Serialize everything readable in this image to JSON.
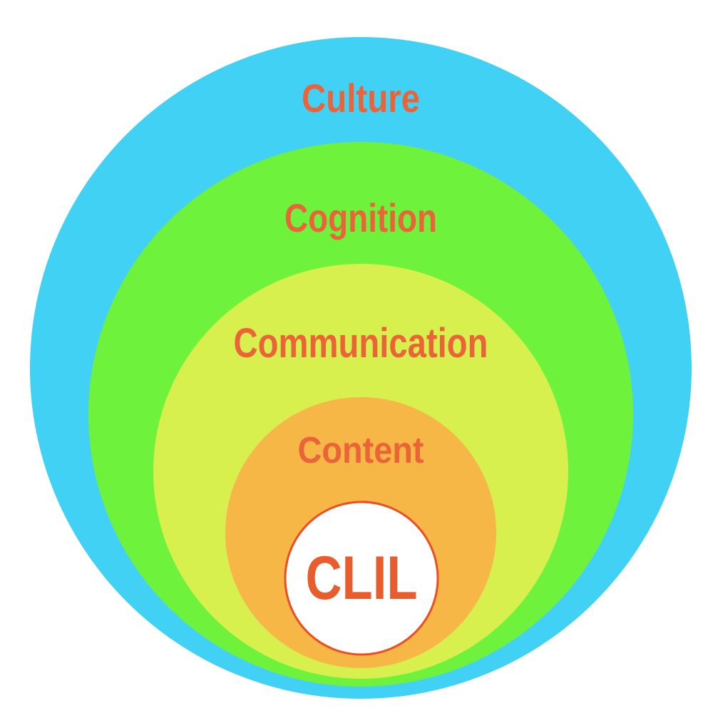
{
  "diagram": {
    "name": "CLIL nested circles diagram",
    "background": "#ffffff",
    "label_color": "#EB6338",
    "core_label_color": "#E95C2E",
    "core_border_color": "#EE4D23",
    "layers": [
      {
        "label": "Culture",
        "fill": "#41D1F5"
      },
      {
        "label": "Cognition",
        "fill": "#6FF23C"
      },
      {
        "label": "Communication",
        "fill": "#D7F04D"
      },
      {
        "label": "Content",
        "fill": "#F6B747"
      },
      {
        "label": "CLIL",
        "fill": "#FFFFFF"
      }
    ]
  }
}
